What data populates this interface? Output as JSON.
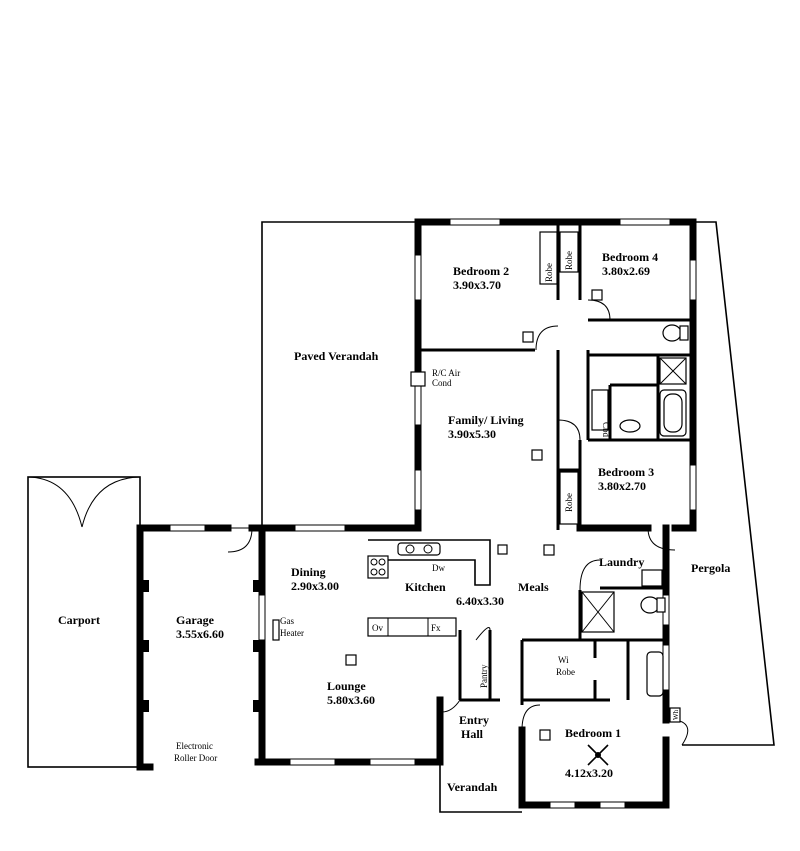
{
  "rooms": {
    "bedroom2": {
      "name": "Bedroom 2",
      "dims": "3.90x3.70"
    },
    "bedroom4": {
      "name": "Bedroom 4",
      "dims": "3.80x2.69"
    },
    "paved_verandah": {
      "name": "Paved Verandah"
    },
    "family_living": {
      "name": "Family/ Living",
      "dims": "3.90x5.30"
    },
    "bedroom3": {
      "name": "Bedroom 3",
      "dims": "3.80x2.70"
    },
    "carport": {
      "name": "Carport"
    },
    "garage": {
      "name": "Garage",
      "dims": "3.55x6.60"
    },
    "dining": {
      "name": "Dining",
      "dims": "2.90x3.00"
    },
    "kitchen": {
      "name": "Kitchen"
    },
    "meals": {
      "name": "Meals",
      "dims": "6.40x3.30"
    },
    "laundry": {
      "name": "Laundry"
    },
    "pergola": {
      "name": "Pergola"
    },
    "lounge": {
      "name": "Lounge",
      "dims": "5.80x3.60"
    },
    "entry_hall": {
      "name": "Entry",
      "name2": "Hall"
    },
    "bedroom1": {
      "name": "Bedroom 1",
      "dims": "4.12x3.20"
    },
    "verandah": {
      "name": "Verandah"
    }
  },
  "labels": {
    "robe1": "Robe",
    "robe2": "Robe",
    "robe3": "Robe",
    "rc_air": "R/C Air",
    "cond": "Cond",
    "cbd": "Cbd",
    "dw": "Dw",
    "ov": "Ov",
    "fx": "Fx",
    "gas": "Gas",
    "heater": "Heater",
    "pantry": "Pantry",
    "wi": "Wi",
    "wi_robe": "Robe",
    "electronic": "Electronic",
    "roller_door": "Roller Door",
    "wh": "Wh"
  }
}
